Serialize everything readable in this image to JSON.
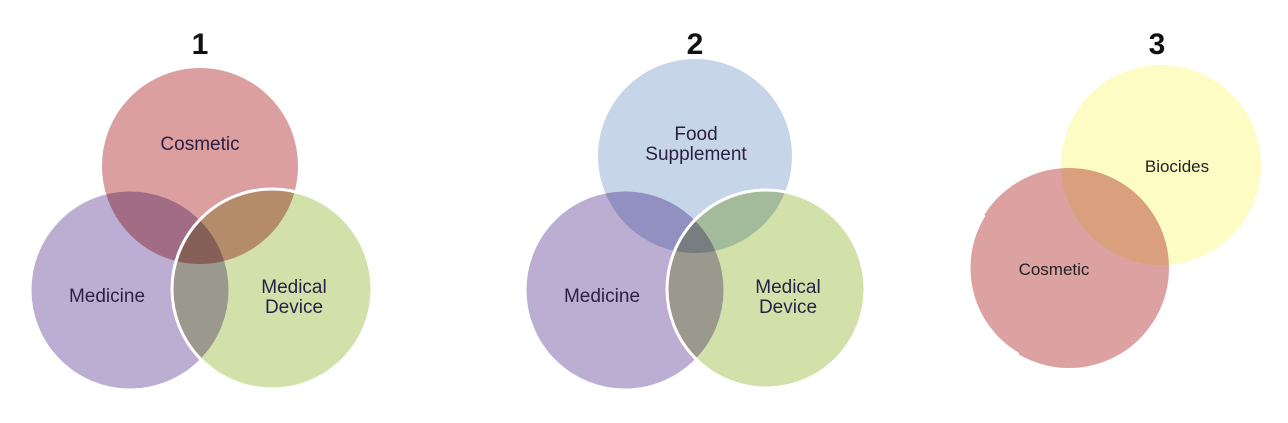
{
  "diagrams": [
    {
      "number": "1",
      "sets": [
        "Cosmetic",
        "Medicine",
        "Medical",
        "Device"
      ]
    },
    {
      "number": "2",
      "sets": [
        "Food",
        "Supplement",
        "Medicine",
        "Medical",
        "Device"
      ]
    },
    {
      "number": "3",
      "sets": [
        "Biocides",
        "Cosmetic"
      ]
    }
  ],
  "colors": {
    "cosmetic": "#dc9f9f",
    "medicine": "#bcadd3",
    "medical_device": "#d2e0aa",
    "food_supplement": "#c6d5e8",
    "biocides": "#fdfcc4"
  }
}
